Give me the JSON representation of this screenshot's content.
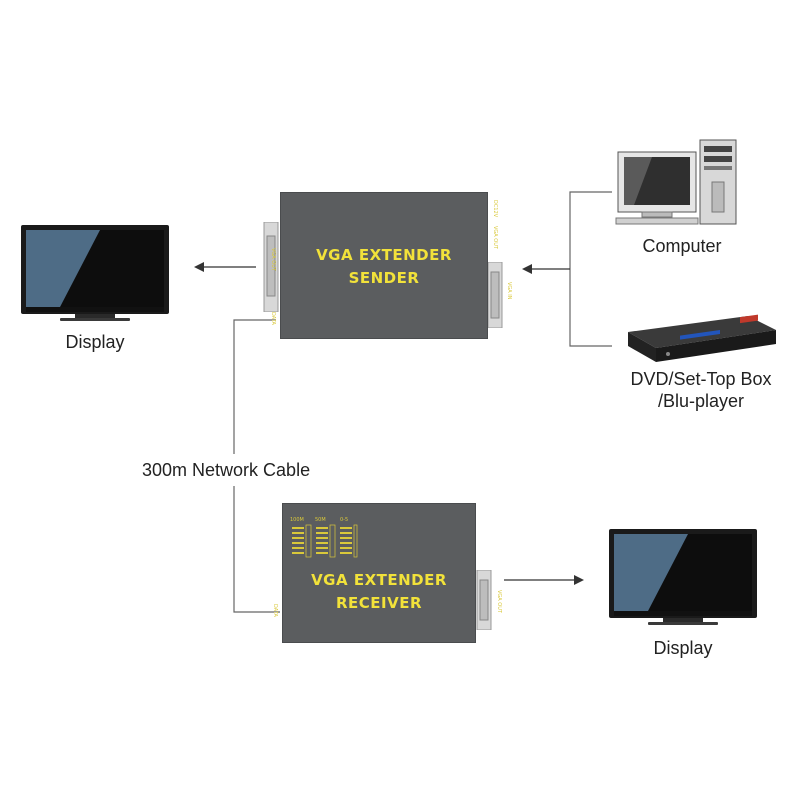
{
  "sender": {
    "line1": "VGA EXTENDER",
    "line2": "SENDER",
    "port_power": "DC12V",
    "port_vga_in": "VGA IN",
    "port_vga_out": "VGA OUT",
    "port_data": "DATA"
  },
  "receiver": {
    "line1": "VGA EXTENDER",
    "line2": "RECEIVER",
    "port_vga_out": "VGA OUT",
    "port_data": "DATA",
    "led_labels": [
      "100M",
      "50M",
      "0-5"
    ]
  },
  "labels": {
    "display_left": "Display",
    "display_right": "Display",
    "computer": "Computer",
    "dvd_line1": "DVD/Set-Top Box",
    "dvd_line2": "/Blu-player",
    "cable": "300m Network Cable"
  },
  "colors": {
    "device_body": "#5b5d5f",
    "device_text": "#f2e23a",
    "line": "#666666"
  }
}
